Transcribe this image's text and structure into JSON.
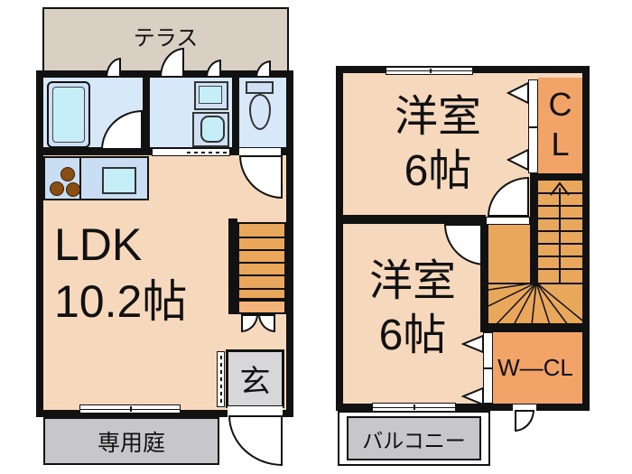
{
  "floor1": {
    "terrace_label": "テラス",
    "ldk_line1": "LDK",
    "ldk_line2": "10.2帖",
    "entrance_label": "玄",
    "garden_label": "専用庭"
  },
  "floor2": {
    "room_upper_line1": "洋室",
    "room_upper_line2": "6帖",
    "room_lower_line1": "洋室",
    "room_lower_line2": "6帖",
    "closet_letter_top": "C",
    "closet_letter_bottom": "L",
    "walkin_closet_label": "W―CL",
    "balcony_label": "バルコニー"
  },
  "colors": {
    "wall": "#111111",
    "room_floor": "#f6d8bc",
    "wet_room_floor": "#d7e9f8",
    "fixture_cyan": "#c6eef8",
    "stairs_orange": "#e9a75c",
    "closet_orange": "#f2a468",
    "terrace_tan": "#d9cfc2",
    "outdoor_gray": "#c7c7c9",
    "entrance_gray": "#d7d7d9"
  }
}
